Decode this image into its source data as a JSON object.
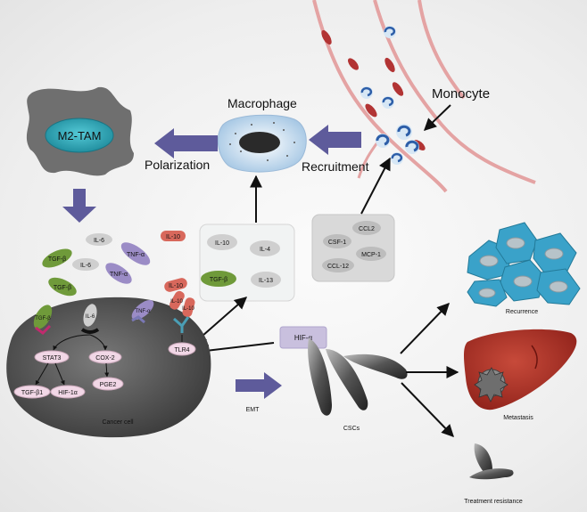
{
  "labels": {
    "monocyte": "Monocyte",
    "macrophage": "Macrophage",
    "recruitment": "Recruitment",
    "polarization": "Polarization",
    "m2_tam": "M2-TAM",
    "emt": "EMT",
    "cscs": "CSCs",
    "cancer_cell": "Cancer cell",
    "recurrence": "Recurrence",
    "metastasis": "Metastasis",
    "treatment_resistance": "Treatment resistance"
  },
  "macrophage_cytokines": [
    "IL-10",
    "IL-4",
    "TGF-β",
    "IL-13"
  ],
  "chemokines": [
    "CCL2",
    "CSF-1",
    "MCP-1",
    "CCL-12"
  ],
  "hif": "HIF-α",
  "floating_factors": [
    "IL-6",
    "IL-10",
    "TGF-β",
    "IL-6",
    "TNF-α",
    "TGF-β",
    "TNF-α",
    "IL-10"
  ],
  "receptor_ligands": [
    "TGF-β",
    "IL-6",
    "TNF-α",
    "IL-10",
    "IL-10"
  ],
  "cell_nodes": [
    "STAT3",
    "COX-2",
    "TLR4",
    "TGF-β1",
    "HIF-1α",
    "PGE2"
  ],
  "colors": {
    "arrow_purple": "#5e5b9b",
    "tgf_green": "#6f9a3a",
    "tnf_purple": "#9b8cc6",
    "il10_red": "#d8685c",
    "m2_teal": "#2aa7b8",
    "tumor_cell_blue": "#3aa2c9",
    "liver": "#b9362c"
  }
}
